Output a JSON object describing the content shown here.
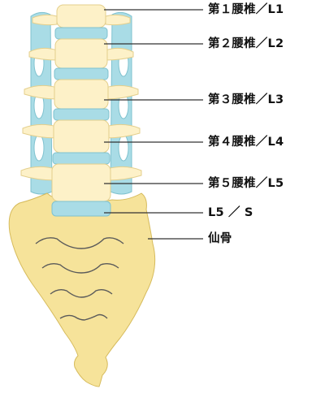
{
  "labels": {
    "l1": "第１腰椎／L1",
    "l2": "第２腰椎／L2",
    "l3": "第３腰椎／L3",
    "l4": "第４腰椎／L4",
    "l5": "第５腰椎／L5",
    "l5s": "L5 ／ S",
    "sacrum": "仙骨"
  },
  "colors": {
    "vertebra": "#fdf1c8",
    "vertebra_outline": "#e4cf8c",
    "disc": "#a9dce6",
    "disc_outline": "#7fc2cf",
    "sacrum": "#f6e39a",
    "sacrum_outline": "#d6bb5c",
    "leader_line": "#333333"
  }
}
